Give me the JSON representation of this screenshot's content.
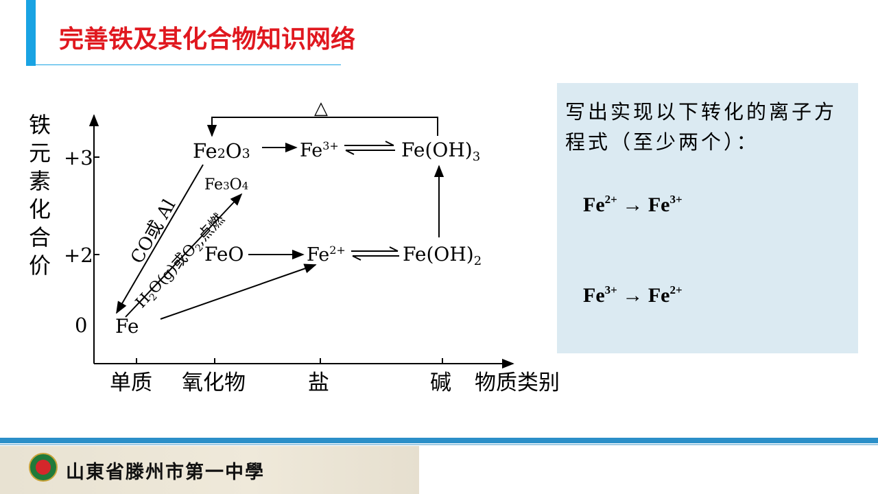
{
  "title": "完善铁及其化合物知识网络",
  "diagram": {
    "y_axis_title": [
      "铁",
      "元",
      "素",
      "化",
      "合",
      "价"
    ],
    "y_ticks": [
      "+3",
      "+2",
      "0"
    ],
    "x_ticks": [
      "单质",
      "氧化物",
      "盐",
      "碱"
    ],
    "x_axis_title": "物质类别",
    "heat_symbol": "△",
    "species": {
      "fe": "Fe",
      "feo": "FeO",
      "fe2o3": {
        "base": "Fe",
        "s1": "2",
        "mid": "O",
        "s2": "3"
      },
      "fe3o4": {
        "base": "Fe",
        "s1": "3",
        "mid": "O",
        "s2": "4"
      },
      "fe3plus": {
        "base": "Fe",
        "sup": "3+"
      },
      "fe2plus": {
        "base": "Fe",
        "sup": "2+"
      },
      "feoh3": {
        "base": "Fe(OH)",
        "sub": "3"
      },
      "feoh2": {
        "base": "Fe(OH)",
        "sub": "2"
      }
    },
    "arrow_label_reduce": "CO或 Al",
    "arrow_label_oxidize": {
      "a": "H",
      "a_sub": "2",
      "b": "O(g)或O",
      "b_sub": "2",
      "c": ",点燃"
    }
  },
  "note": {
    "prompt": "写出实现以下转化的离子方程式（至少两个）：",
    "reaction1": {
      "from": "Fe",
      "from_sup": "2+",
      "arrow": "→",
      "to": "Fe",
      "to_sup": "3+"
    },
    "reaction2": {
      "from": "Fe",
      "from_sup": "3+",
      "arrow": "→",
      "to": "Fe",
      "to_sup": "2+"
    }
  },
  "footer": {
    "school_name": "山東省滕州市第一中學"
  }
}
